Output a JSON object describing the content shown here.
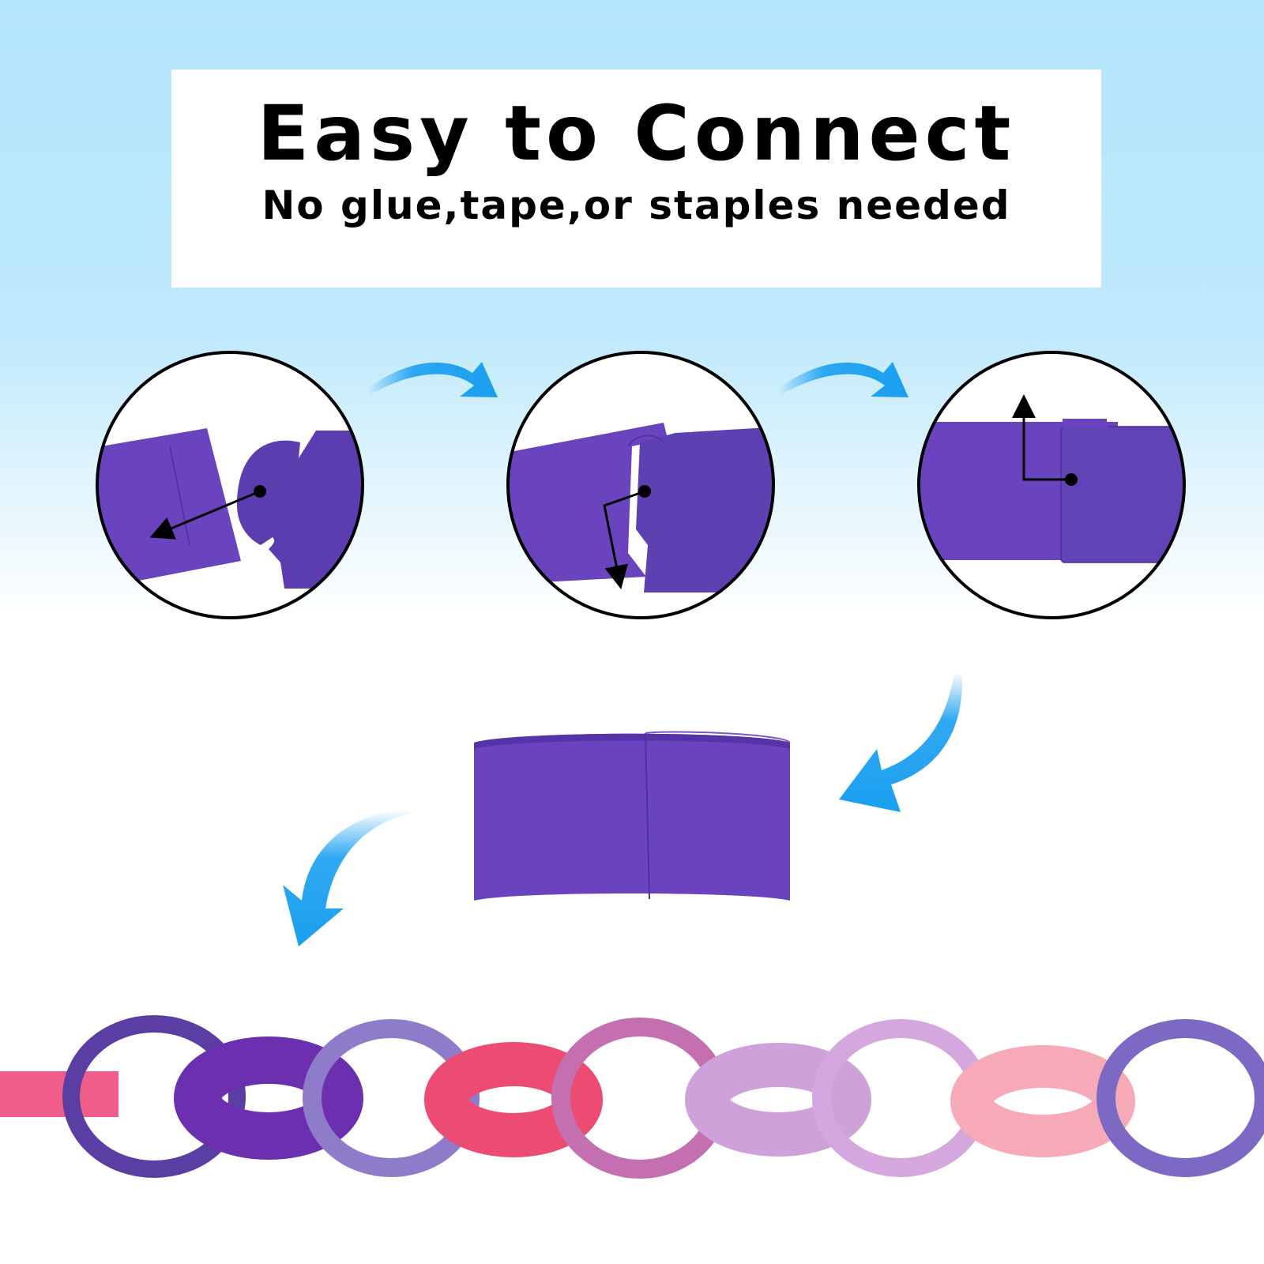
{
  "header": {
    "title": "Easy to Connect",
    "subtitle": "No glue,tape,or staples needed"
  },
  "colors": {
    "sky": "#b3e5fc",
    "arrow_blue": "#1a9ff0",
    "paper_purple": "#6a44bf",
    "paper_purple_dark": "#5634a8",
    "pointer": "#000000"
  },
  "steps": [
    {
      "name": "step-1",
      "icon": "slot-tab-insert"
    },
    {
      "name": "step-2",
      "icon": "tab-rotate-down"
    },
    {
      "name": "step-3",
      "icon": "tab-lock-up"
    }
  ],
  "chain_colors": [
    "#ef5d88",
    "#5b3ea3",
    "#6c2fb0",
    "#8e7ccb",
    "#ec4b72",
    "#c36fb0",
    "#cfa1db",
    "#d4a8df",
    "#f6a9b6",
    "#7c69c4"
  ]
}
